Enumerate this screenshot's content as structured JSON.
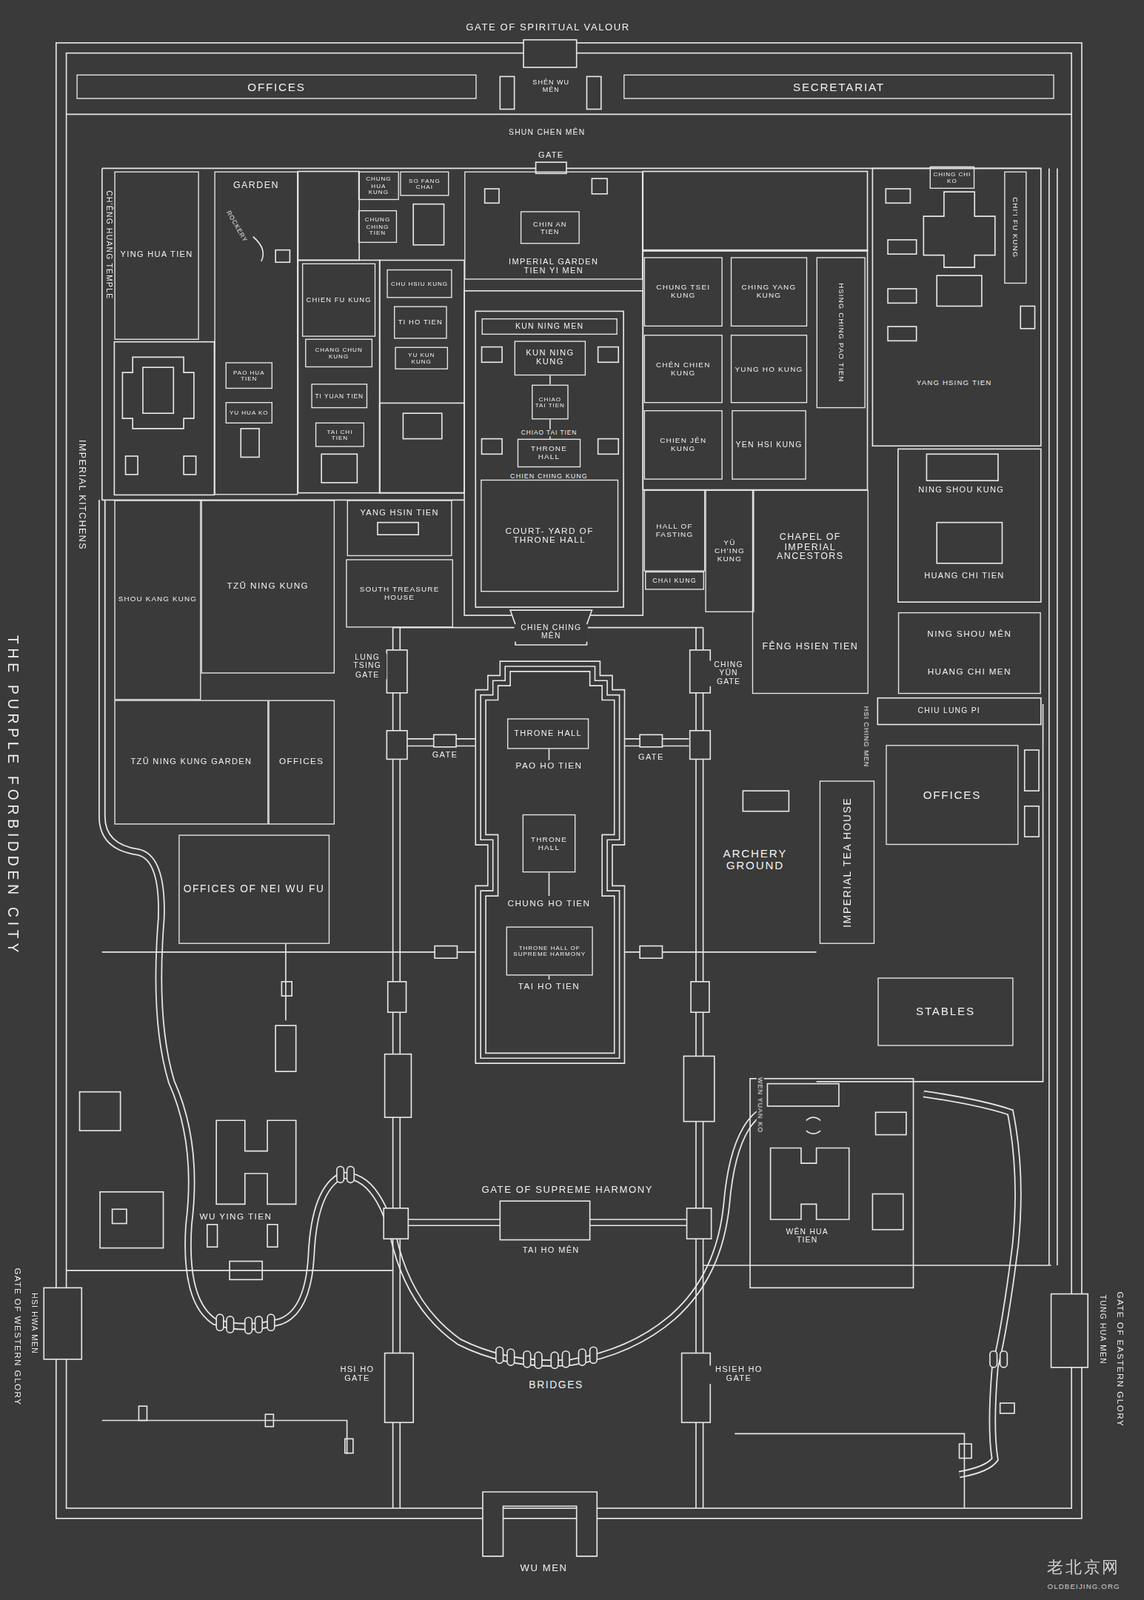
{
  "diagram": {
    "title": "THE PURPLE FORBIDDEN CITY",
    "nodes": [
      {
        "text": [
          "OFFICES"
        ]
      },
      {
        "text": [
          "SECRETARIAT"
        ]
      },
      {
        "text": [
          "YING HUA TIEN"
        ]
      },
      {
        "text": [
          "GARDEN"
        ]
      },
      {
        "text": [
          "CHUNG HUA KUNG"
        ]
      },
      {
        "text": [
          "SO FANG CHAI"
        ]
      },
      {
        "text": [
          "CHUNG CHING TIEN"
        ]
      },
      {
        "text": [
          "IMPERIAL GARDEN",
          "TIEN YI MEN"
        ]
      },
      {
        "text": [
          "CHIN AN TIEN"
        ],
        "in": 7
      },
      {
        "text": [
          "CHING CHI KO"
        ]
      },
      {
        "text": [
          "CHI'I FU KUNG"
        ]
      },
      {
        "text": [
          "CHIEN FU KUNG"
        ]
      },
      {
        "text": [
          "CHU HSIU KUNG"
        ]
      },
      {
        "text": [
          "CHUNG TSEI KUNG"
        ]
      },
      {
        "text": [
          "CHING YANG KUNG"
        ]
      },
      {
        "text": [
          "HSING CHING PAO TIEN"
        ]
      },
      {
        "text": [
          "TI HO TIEN"
        ]
      },
      {
        "text": [
          "KUN NING MEN"
        ]
      },
      {
        "text": [
          "KUN NING KUNG"
        ]
      },
      {
        "text": [
          "CHANG CHUN KUNG"
        ]
      },
      {
        "text": [
          "YU KUN KUNG"
        ]
      },
      {
        "text": [
          "CHÊN CHIEN KUNG"
        ]
      },
      {
        "text": [
          "YUNG HO KUNG"
        ]
      },
      {
        "text": [
          "PAO HUA TIEN"
        ]
      },
      {
        "text": [
          "TI YUAN TIEN"
        ]
      },
      {
        "text": [
          "CHIAO TAI TIEN"
        ]
      },
      {
        "text": [
          "YU HUA KO"
        ]
      },
      {
        "text": [
          "CHIEN JÊN KUNG"
        ]
      },
      {
        "text": [
          "YEN HSI KUNG"
        ]
      },
      {
        "text": [
          "TAI CHI TIEN"
        ]
      },
      {
        "text": [
          "THRONE HALL"
        ]
      },
      {
        "text": [
          "HALL OF FASTING"
        ]
      },
      {
        "text": [
          "YÜ CH'ING KUNG"
        ]
      },
      {
        "text": [
          "CHAPEL OF IMPERIAL ANCESTORS",
          "FÊNG HSIEN TIEN"
        ]
      },
      {
        "text": [
          "YANG HSIN TIEN"
        ]
      },
      {
        "text": [
          "SHOU KANG KUNG"
        ]
      },
      {
        "text": [
          "TZŬ NING KUNG"
        ]
      },
      {
        "text": [
          "COURT- YARD OF THRONE HALL"
        ]
      },
      {
        "text": [
          "CHAI KUNG"
        ]
      },
      {
        "text": [
          "SOUTH TREASURE HOUSE"
        ]
      },
      {
        "text": [
          "NING SHOU MÊN",
          "HUANG CHI MEN"
        ]
      },
      {
        "text": [
          "TZŬ NING KUNG GARDEN"
        ]
      },
      {
        "text": [
          "OFFICES"
        ]
      },
      {
        "text": [
          "THRONE HALL"
        ]
      },
      {
        "text": [
          "OFFICES"
        ]
      },
      {
        "text": [
          "IMPERIAL TEA HOUSE"
        ]
      },
      {
        "text": [
          "THRONE HALL"
        ]
      },
      {
        "text": [
          "OFFICES OF NEI WU FU"
        ]
      },
      {
        "text": [
          "THRONE HALL OF SUPREME HARMONY"
        ]
      },
      {
        "text": [
          "STABLES"
        ]
      }
    ],
    "labels": [
      "GATE OF SPIRITUAL VALOUR",
      "SHÊN WU MÊN",
      "SHUN CHEN MÊN",
      "GATE",
      "CH'ÊNG HUANG TEMPLE",
      "ROCKERY",
      "YANG HSING TIEN",
      "CHIAO TAI TIEN",
      "NING SHOU KUNG",
      "CHIEN CHING KUNG",
      "IMPERIAL KITCHENS",
      "HUANG CHI TIEN",
      "CHIEN CHING MÊN",
      "LUNG TSING GATE",
      "CHING YÜN GATE",
      "CHIU LUNG PI",
      "HSI CHING MEN",
      "GATE",
      "GATE",
      "PAO HO TIEN",
      "ARCHERY GROUND",
      "CHUNG HO TIEN",
      "TAI HO TIEN",
      "WEN YUAN KO",
      "GATE OF SUPREME HARMONY",
      "WU YING TIEN",
      "WÊN HUA TIEN",
      "TAI HO MÊN",
      "HSI HWA MEN",
      "GATE OF WESTERN GLORY",
      "GATE OF EASTERN GLORY",
      "TUNG HUA MEN",
      "HSI HO GATE",
      "HSIEH HO GATE",
      "BRIDGES",
      "WU MEN",
      "老北京网",
      "OLDBEIJING.ORG"
    ]
  }
}
